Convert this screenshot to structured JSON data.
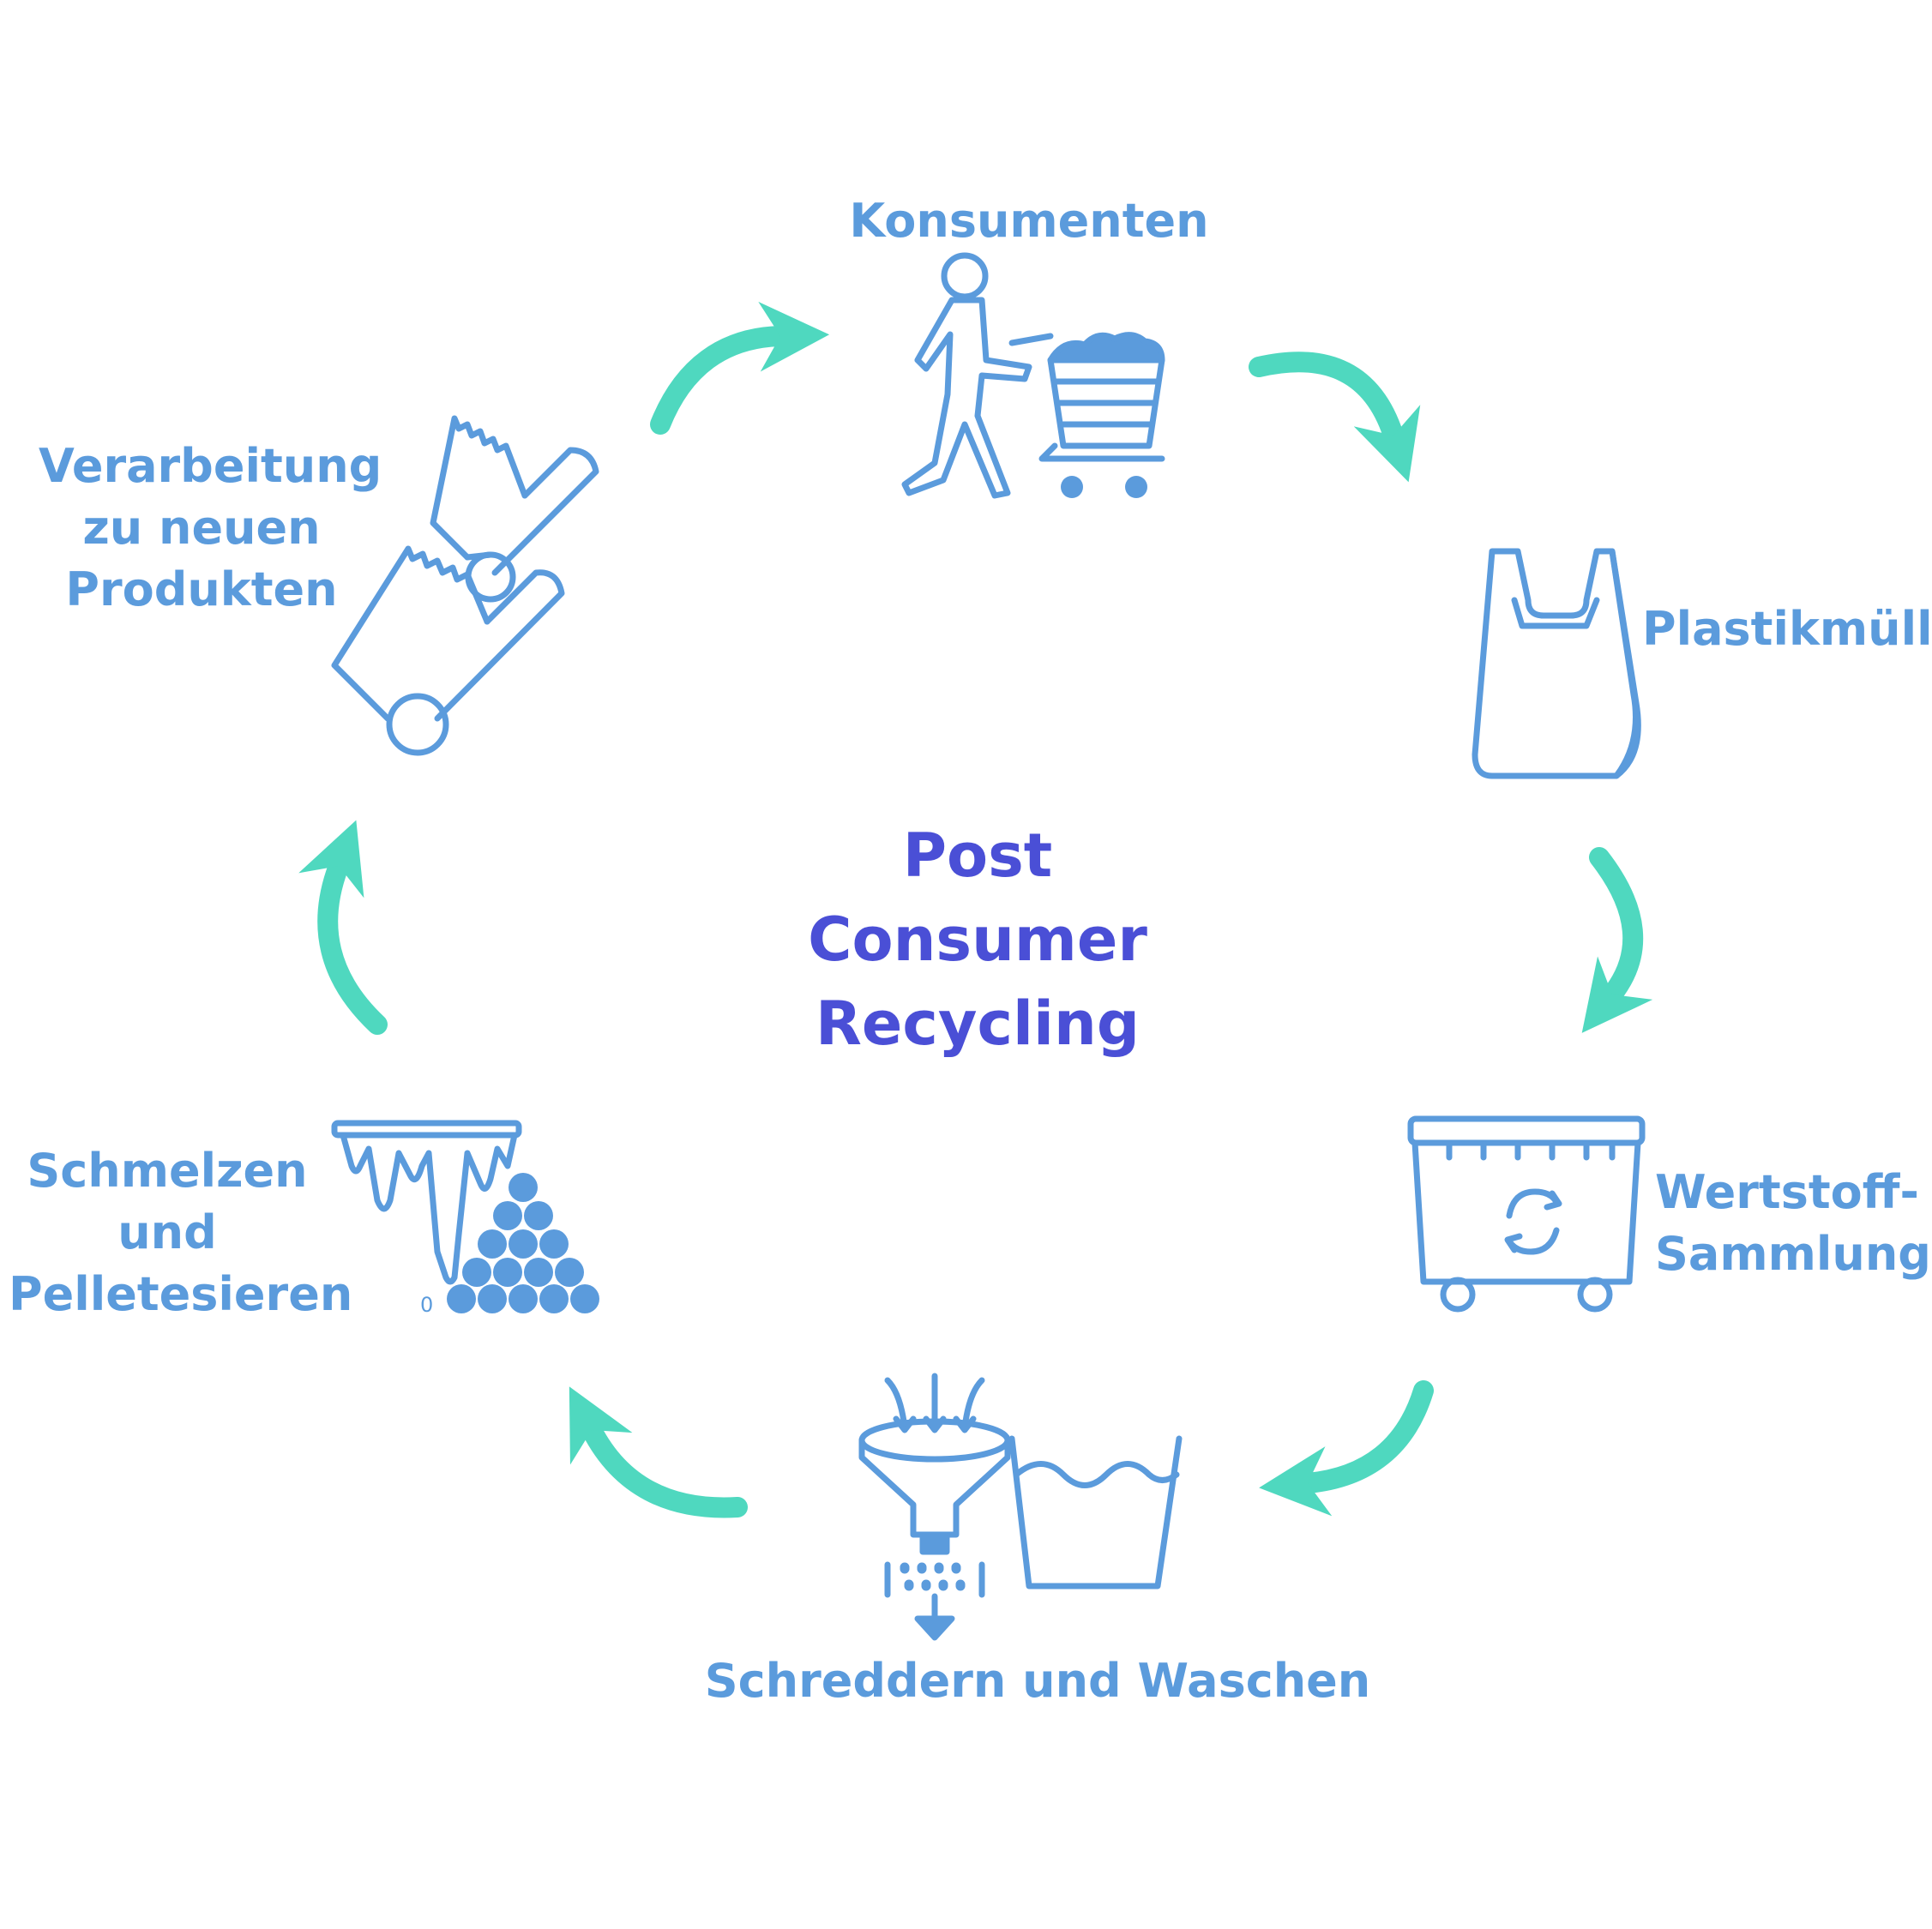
{
  "title": {
    "line1": "Post",
    "line2": "Consumer",
    "line3": "Recycling"
  },
  "steps": [
    {
      "id": "konsumenten",
      "label": "Konsumenten",
      "icon": "shopper-with-cart-icon"
    },
    {
      "id": "plastikmuell",
      "label": "Plastikmüll",
      "icon": "plastic-bag-icon"
    },
    {
      "id": "sammlung",
      "line1": "Wertstoff-",
      "line2": "Sammlung",
      "icon": "recycling-container-icon"
    },
    {
      "id": "schreddern",
      "label": "Schreddern und Waschen",
      "icon": "filter-and-wash-basin-icon"
    },
    {
      "id": "schmelzen",
      "line1": "Schmelzen",
      "line2": "und",
      "line3": "Pelletesieren",
      "icon": "melting-and-pellets-icon"
    },
    {
      "id": "verarbeitung",
      "line1": "Verarbeitung",
      "line2": "zu neuen",
      "line3": "Produkten",
      "icon": "rolled-sheets-icon"
    }
  ],
  "colors": {
    "label": "#5b9bdc",
    "icon": "#5b9bdc",
    "arrow": "#4fd8bf",
    "title": "#4a4fd6"
  }
}
